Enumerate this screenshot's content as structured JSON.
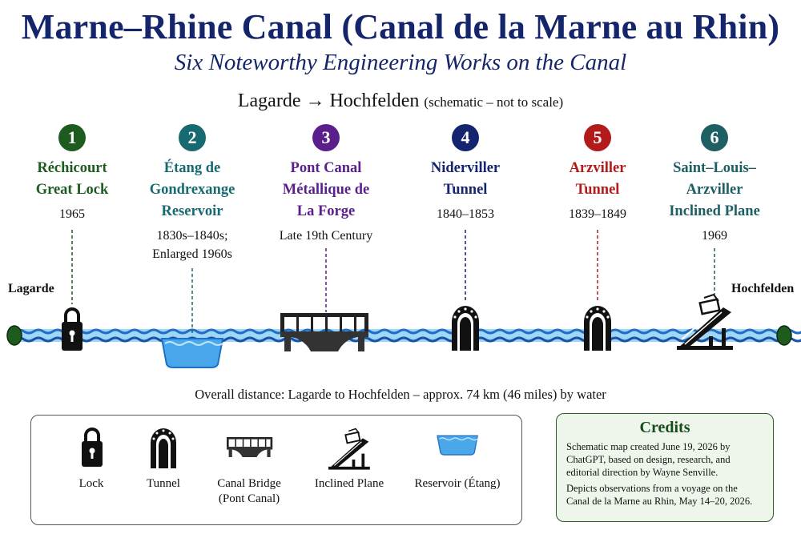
{
  "header": {
    "title": "Marne–Rhine Canal (Canal de la Marne au Rhin)",
    "subtitle": "Six Noteworthy Engineering Works on the Canal",
    "route_text": "Lagarde → Hochfelden",
    "route_note": "(schematic – not to scale)"
  },
  "ends": {
    "start": "Lagarde",
    "end": "Hochfelden"
  },
  "stations": [
    {
      "number": "1",
      "name_lines": [
        "Réchicourt",
        "Great Lock"
      ],
      "date_lines": [
        "1965"
      ],
      "color": "#1d5b1f",
      "icon": "lock-icon"
    },
    {
      "number": "2",
      "name_lines": [
        "Étang de",
        "Gondrexange",
        "Reservoir"
      ],
      "date_lines": [
        "1830s–1840s;",
        "Enlarged 1960s"
      ],
      "color": "#176a72",
      "icon": "reservoir-icon"
    },
    {
      "number": "3",
      "name_lines": [
        "Pont Canal",
        "Métallique de",
        "La Forge"
      ],
      "date_lines": [
        "Late 19th Century"
      ],
      "color": "#5b1f8c",
      "icon": "canal-bridge-icon"
    },
    {
      "number": "4",
      "name_lines": [
        "Niderviller",
        "Tunnel"
      ],
      "date_lines": [
        "1840–1853"
      ],
      "color": "#15246e",
      "icon": "tunnel-icon"
    },
    {
      "number": "5",
      "name_lines": [
        "Arzviller",
        "Tunnel"
      ],
      "date_lines": [
        "1839–1849"
      ],
      "color": "#b31b1b",
      "icon": "tunnel-icon"
    },
    {
      "number": "6",
      "name_lines": [
        "Saint–Louis–",
        "Arzviller",
        "Inclined Plane"
      ],
      "date_lines": [
        "1969"
      ],
      "color": "#1d5f63",
      "icon": "inclined-plane-icon"
    }
  ],
  "distance_text": "Overall distance: Lagarde to Hochfelden – approx. 74 km (46 miles) by water",
  "legend": [
    {
      "icon": "lock-icon",
      "label_lines": [
        "Lock"
      ]
    },
    {
      "icon": "tunnel-icon",
      "label_lines": [
        "Tunnel"
      ]
    },
    {
      "icon": "canal-bridge-icon",
      "label_lines": [
        "Canal Bridge",
        "(Pont Canal)"
      ]
    },
    {
      "icon": "inclined-plane-icon",
      "label_lines": [
        "Inclined Plane"
      ]
    },
    {
      "icon": "reservoir-icon",
      "label_lines": [
        "Reservoir (Étang)"
      ]
    }
  ],
  "credits": {
    "title": "Credits",
    "paragraph_1": "Schematic map created June 19, 2026 by ChatGPT, based on design, research, and editorial direction by Wayne Senville.",
    "paragraph_2": "Depicts observations from a voyage on the Canal de la Marne au Rhin, May 14–20, 2026."
  },
  "colors": {
    "title": "#14256b",
    "water": "#1f6fc7",
    "water_light": "#7cc4ef",
    "end_marker": "#1e5b1e"
  }
}
